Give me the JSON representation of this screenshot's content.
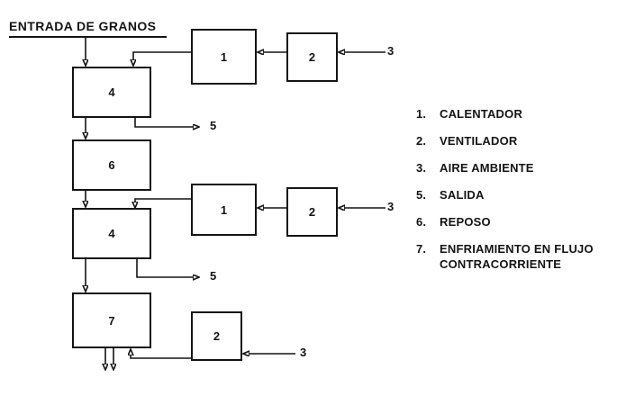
{
  "diagram": {
    "title": "ENTRADA DE GRANOS",
    "boxes": [
      {
        "label": "4"
      },
      {
        "label": "6"
      },
      {
        "label": "4"
      },
      {
        "label": "7"
      },
      {
        "label": "1"
      },
      {
        "label": "2"
      },
      {
        "label": "1"
      },
      {
        "label": "2"
      },
      {
        "label": "2"
      }
    ],
    "flow_labels": {
      "air_top": "3",
      "outlet_top": "5",
      "air_mid": "3",
      "outlet_mid": "5",
      "air_bottom": "3"
    }
  },
  "legend": {
    "items": [
      {
        "num": "1.",
        "label": "CALENTADOR"
      },
      {
        "num": "2.",
        "label": "VENTILADOR"
      },
      {
        "num": "3.",
        "label": "AIRE AMBIENTE"
      },
      {
        "num": "5.",
        "label": "SALIDA"
      },
      {
        "num": "6.",
        "label": "REPOSO"
      },
      {
        "num": "7.",
        "label": "ENFRIAMIENTO EN FLUJO\nCONTRACORRIENTE"
      }
    ]
  },
  "colors": {
    "line": "#141414",
    "background": "#ffffff"
  }
}
